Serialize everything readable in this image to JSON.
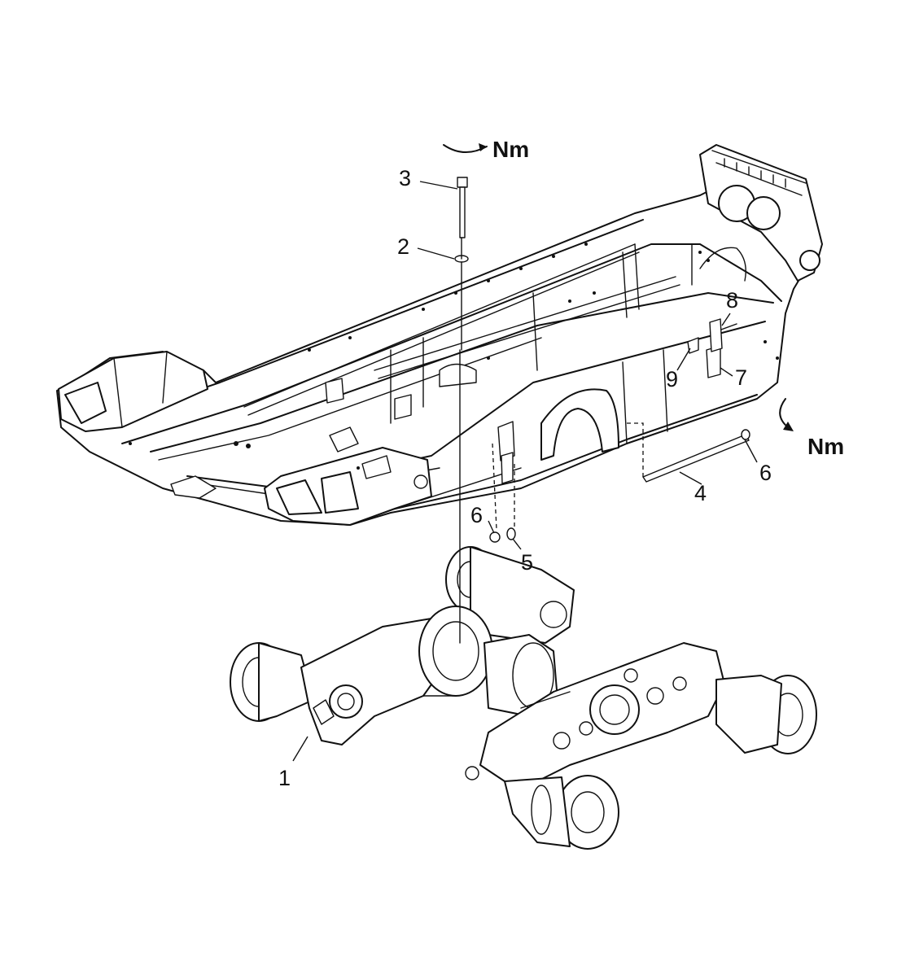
{
  "callouts": {
    "c1": "1",
    "c2": "2",
    "c3": "3",
    "c4": "4",
    "c5": "5",
    "c6a": "6",
    "c6b": "6",
    "c7": "7",
    "c8": "8",
    "c9": "9"
  },
  "torque": {
    "top": "Nm",
    "right": "Nm"
  }
}
